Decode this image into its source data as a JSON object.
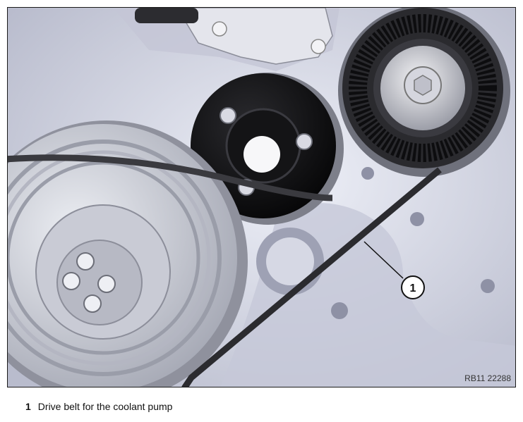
{
  "figure": {
    "ref": "RB11 22288",
    "callout": "1"
  },
  "legend": {
    "number": "1",
    "text": "Drive belt for the coolant pump"
  }
}
